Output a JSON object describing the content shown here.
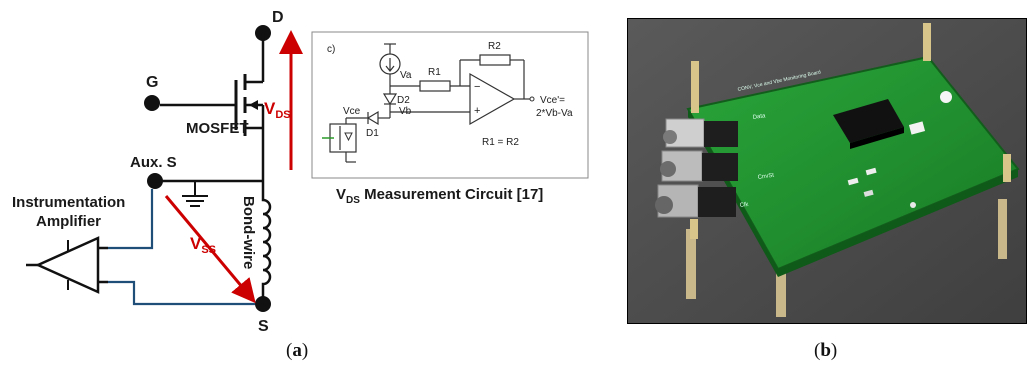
{
  "panel_a": {
    "terminals": {
      "drain": "D",
      "gate": "G",
      "source": "S",
      "aux_source": "Aux. S"
    },
    "labels": {
      "mosfet": "MOSFET",
      "vds_main": "V",
      "vds_sub": "DS",
      "vss_main": "V",
      "vss_sub": "SS",
      "bondwire": "Bond-wire",
      "amp_line1": "Instrumentation",
      "amp_line2": "Amplifier"
    },
    "inset": {
      "tag": "c)",
      "va": "Va",
      "vb": "Vb",
      "vce": "Vce",
      "d1": "D1",
      "d2": "D2",
      "r1": "R1",
      "r2": "R2",
      "minus": "−",
      "plus": "+",
      "out_line1": "Vce'=",
      "out_line2": "2*Vb-Va",
      "equation": "R1 = R2"
    },
    "inset_caption": {
      "main": "V",
      "sub": "DS",
      "rest": " Measurement Circuit [17]"
    },
    "caption": "a"
  },
  "panel_b": {
    "board_silk": [
      "Data",
      "CnvSt",
      "Clk",
      "CONV, Vce and Vbe Monitoring Board"
    ],
    "caption": "b"
  },
  "colors": {
    "arrow_red": "#cc0000",
    "wire_blue": "#1f4e79",
    "pcb_green": "#1f8a2e"
  }
}
